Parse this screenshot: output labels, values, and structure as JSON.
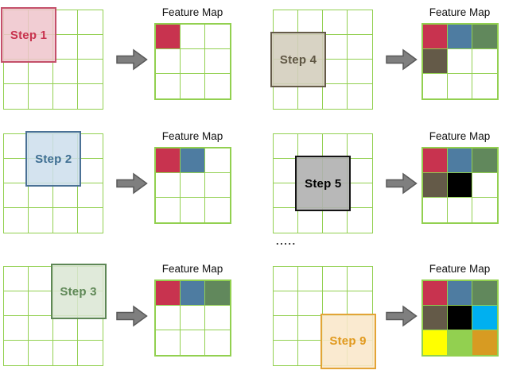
{
  "diagram": {
    "feature_map_label": "Feature Map",
    "ellipsis_label": ".....",
    "grid_color": "#92D050",
    "arrow_fill": "#7F7F7F",
    "arrow_stroke": "#595959",
    "feature_cell_colors": [
      "#C8334F",
      "#4E7CA1",
      "#61885C",
      "#645A48",
      "#000000",
      "#00B0F0",
      "#FFFF00",
      "#92D050",
      "#D79B22"
    ],
    "panels": [
      {
        "id": "step-1",
        "label": "Step 1",
        "column": 0,
        "row": 0,
        "kernel": {
          "row": 0,
          "col": 0
        },
        "filled": 1,
        "box_fill": "rgba(238,196,203,0.85)",
        "box_border": "#C4506A",
        "label_color": "#C8334F"
      },
      {
        "id": "step-2",
        "label": "Step 2",
        "column": 0,
        "row": 1,
        "kernel": {
          "row": 0,
          "col": 1
        },
        "filled": 2,
        "box_fill": "rgba(205,222,236,0.85)",
        "box_border": "#4A7195",
        "label_color": "#3E6E92"
      },
      {
        "id": "step-3",
        "label": "Step 3",
        "column": 0,
        "row": 2,
        "kernel": {
          "row": 0,
          "col": 2
        },
        "filled": 3,
        "box_fill": "rgba(219,230,212,0.85)",
        "box_border": "#5E8756",
        "label_color": "#5E8756"
      },
      {
        "id": "step-4",
        "label": "Step 4",
        "column": 1,
        "row": 0,
        "kernel": {
          "row": 1,
          "col": 0
        },
        "filled": 4,
        "box_fill": "rgba(211,205,188,0.88)",
        "box_border": "#655B49",
        "label_color": "#5F5644"
      },
      {
        "id": "step-5",
        "label": "Step 5",
        "column": 1,
        "row": 1,
        "kernel": {
          "row": 1,
          "col": 1
        },
        "filled": 5,
        "box_fill": "rgba(176,176,176,0.9)",
        "box_border": "#141414",
        "label_color": "#000000"
      },
      {
        "id": "step-9",
        "label": "Step 9",
        "column": 1,
        "row": 2,
        "kernel": {
          "row": 2,
          "col": 2
        },
        "filled": 9,
        "box_fill": "rgba(249,231,202,0.88)",
        "box_border": "#E3A437",
        "label_color": "#E1991D"
      }
    ]
  }
}
